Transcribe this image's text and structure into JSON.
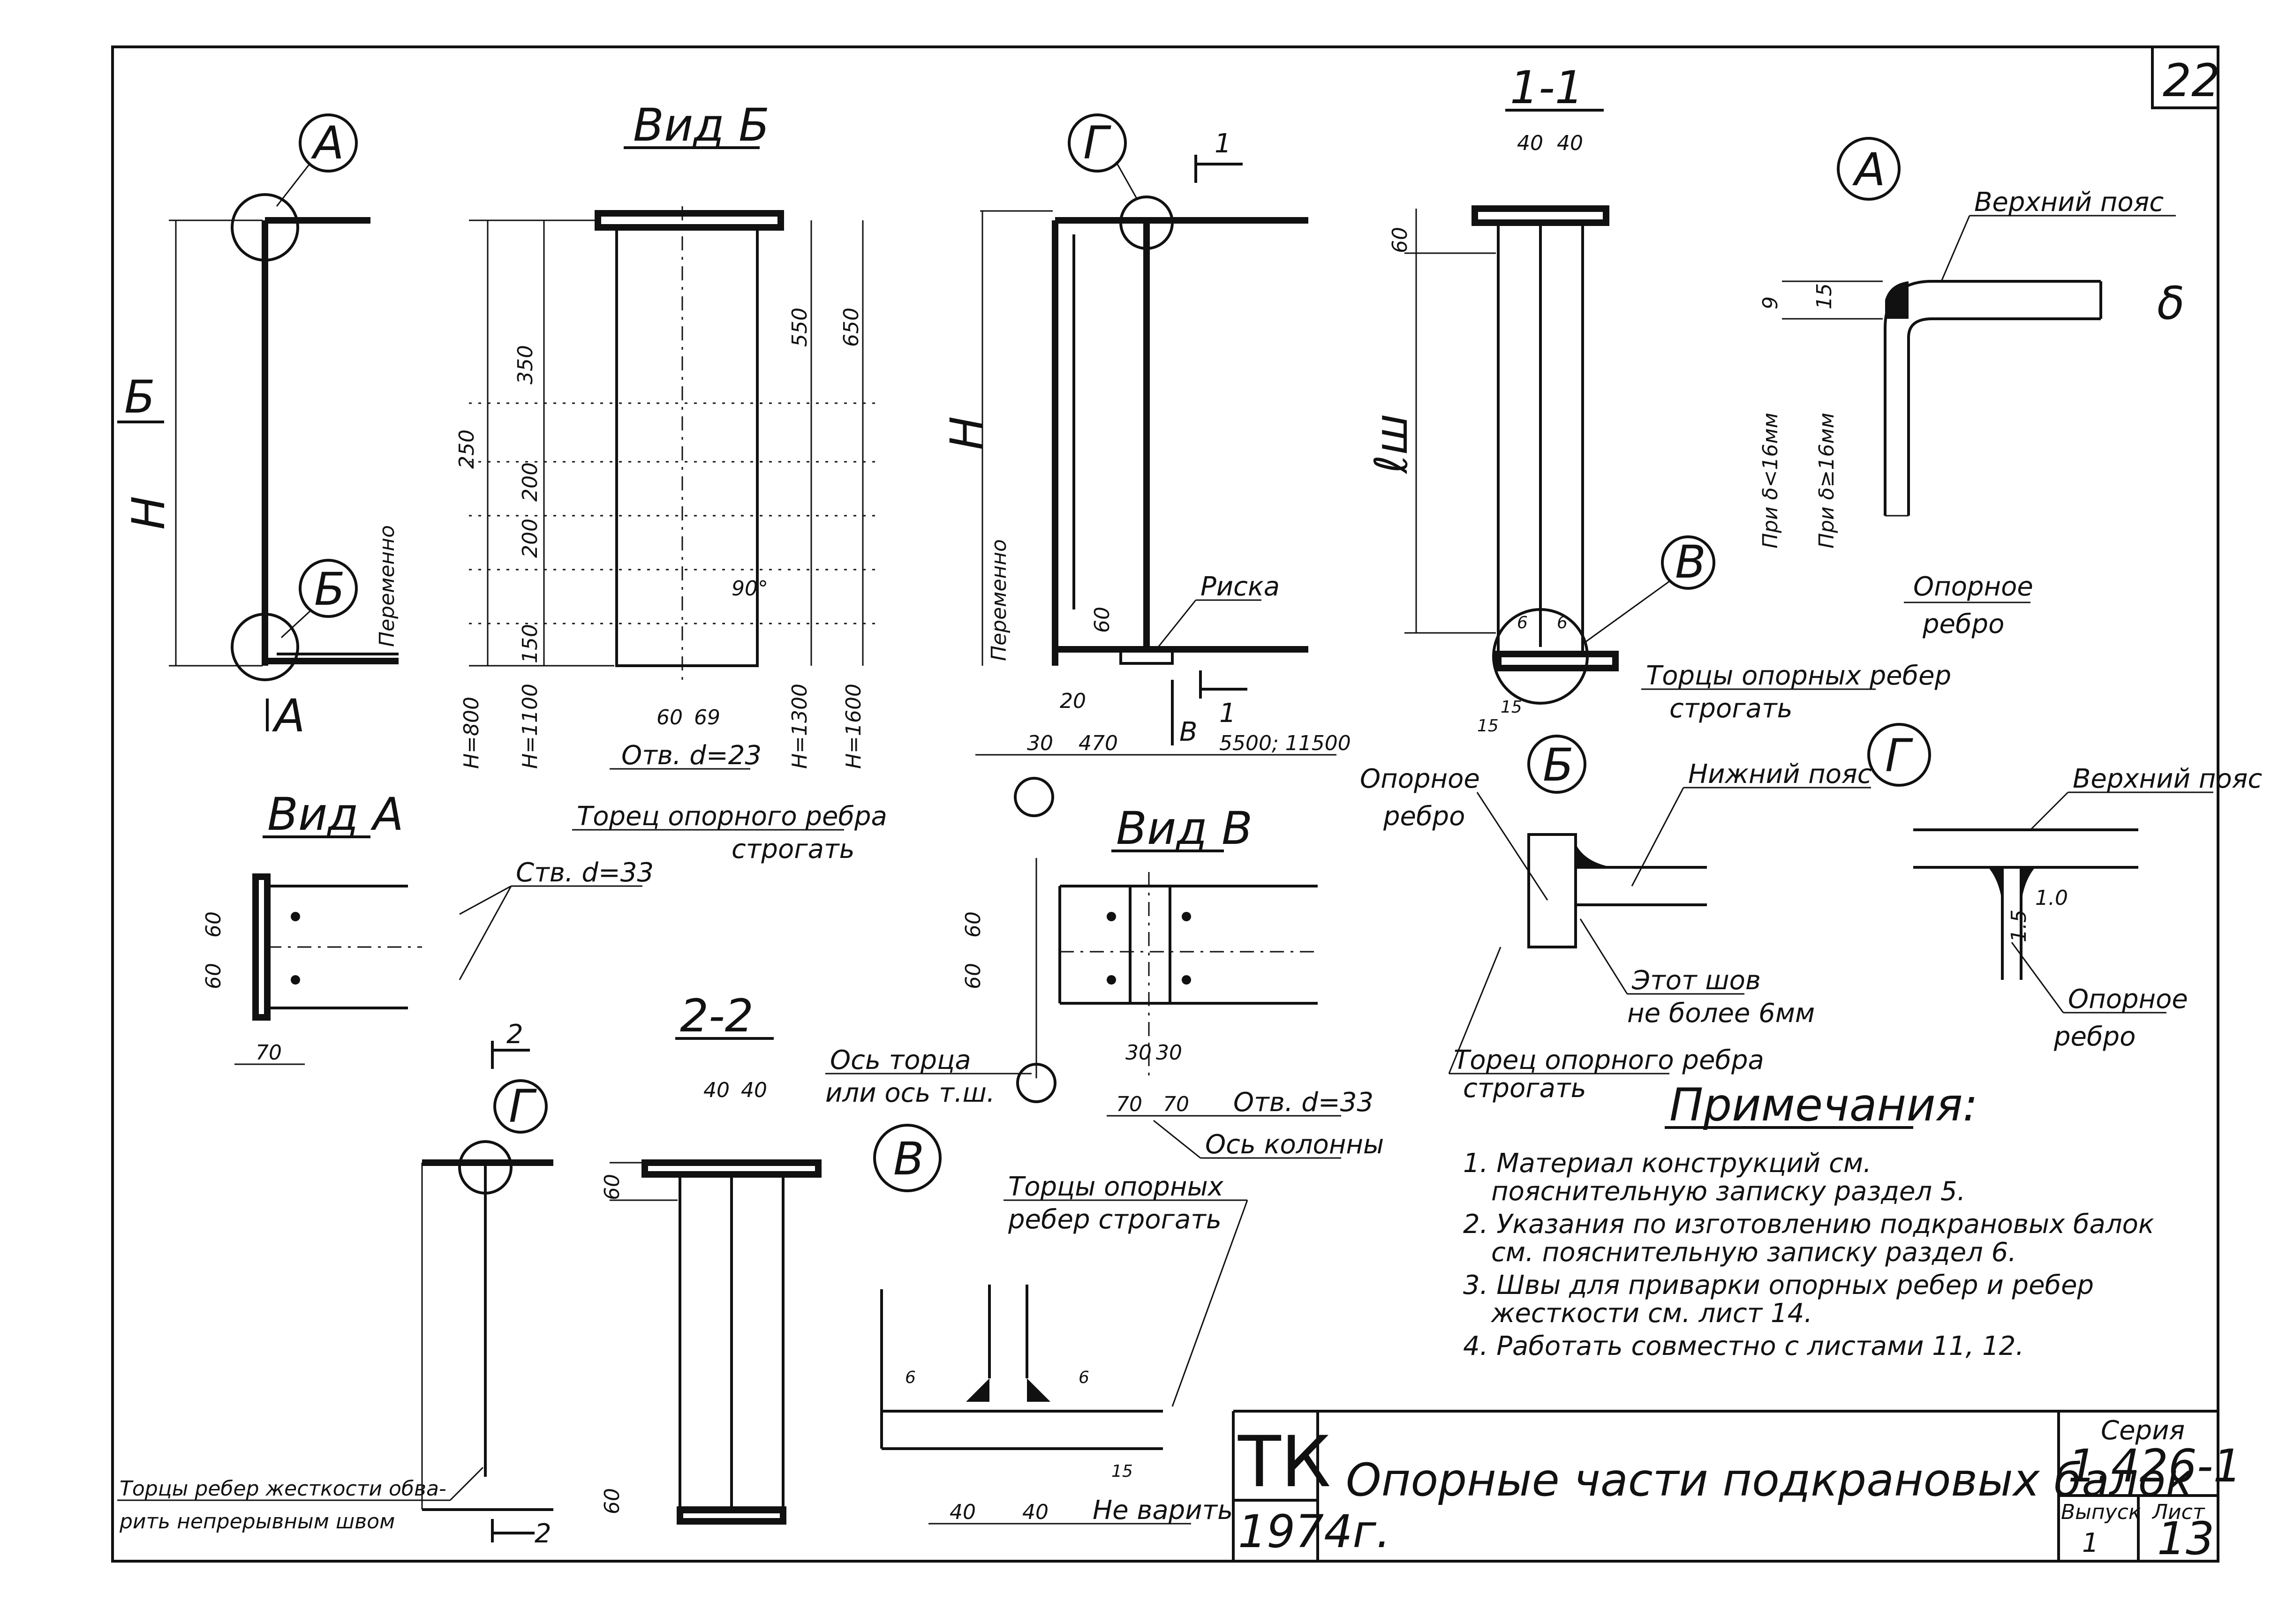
{
  "sheet_number": "22",
  "views": {
    "vid_b": "Вид Б",
    "vid_a": "Вид А",
    "vid_v": "Вид В",
    "sec_1_1": "1-1",
    "sec_2_2": "2-2"
  },
  "callouts": {
    "A": "А",
    "B": "Б",
    "V": "В",
    "G": "Г",
    "one": "1",
    "two": "2"
  },
  "labels": {
    "H": "H",
    "lsh": "ℓш",
    "peremenno": "Переменно",
    "riska": "Риска",
    "verkhniy_poyas": "Верхний пояс",
    "nizhniy_poyas": "Нижний пояс",
    "opornoe": "Опорное",
    "rebro": "ребро",
    "torets_opornogo_rebra": "Торец опорного ребра",
    "strogat": "строгать",
    "tortsy_opornykh_reber": "Торцы опорных ребер",
    "tortsy_opornykh": "Торцы опорных",
    "reber_strogat": "ребер строгать",
    "etot_shov": "Этот шов",
    "ne_bolee_6mm": "не более 6мм",
    "os_tortsa": "Ось торца",
    "ili_os_tsh": "или ось т.ш.",
    "os_kolonny": "Ось колонны",
    "otv_d23": "Отв. d=23",
    "otv_d33": "Отв. d=33",
    "ctv_d33": "Ств. d=33",
    "pri_lt16": "При δ<16мм",
    "pri_ge16": "При δ≥16мм",
    "delta": "δ",
    "ne_varit": "Не варить",
    "tortsy_reber_zhestkosti_1": "Торцы ребер жесткости обва-",
    "tortsy_reber_zhestkosti_2": "рить непрерывным швом"
  },
  "dims": {
    "d40": "40",
    "d60": "60",
    "d69": "69",
    "d70": "70",
    "d30": "30",
    "d20": "20",
    "d470": "470",
    "d9": "9",
    "d15": "15",
    "d6": "6",
    "d1_0": "1.0",
    "d1_5": "1.5",
    "d90": "90°",
    "span": "5500; 11500",
    "v250": "250",
    "v350": "350",
    "v550": "550",
    "v650": "650",
    "v200": "200",
    "v150": "150",
    "h800": "H=800",
    "h1100": "H=1100",
    "h1300": "H=1300",
    "h1600": "H=1600"
  },
  "notes": {
    "title": "Примечания:",
    "items": [
      "1. Материал конструкций см.",
      "пояснительную записку раздел 5.",
      "2. Указания по изготовлению подкрановых балок",
      "см. пояснительную записку раздел 6.",
      "3. Швы для приварки опорных ребер и ребер",
      "жесткости см. лист 14.",
      "4. Работать совместно с листами 11, 12."
    ]
  },
  "title_block": {
    "org": "ТК",
    "year": "1974г.",
    "title": "Опорные части подкрановых балок",
    "series_label": "Серия",
    "series_value": "1.426-1",
    "issue_label": "Выпуск",
    "issue_value": "1",
    "sheet_label": "Лист",
    "sheet_value": "13"
  }
}
